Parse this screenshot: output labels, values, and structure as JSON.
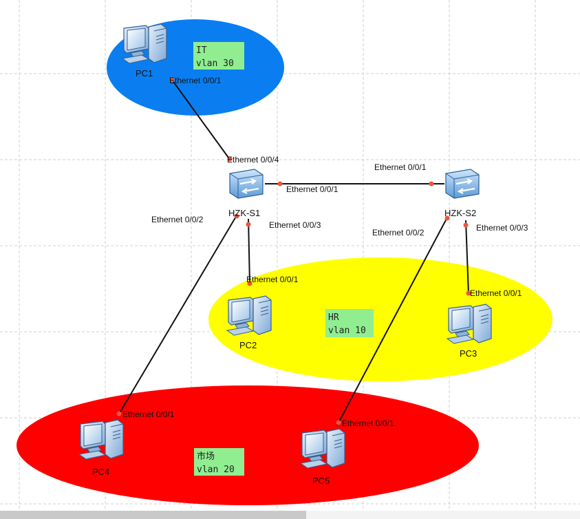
{
  "colors": {
    "it_zone": "#0a7ef0",
    "hr_zone": "#ffff00",
    "market_zone": "#ff0000",
    "vlan_box": "#90ee90"
  },
  "vlan_boxes": {
    "it": {
      "name": "IT",
      "vlan": "vlan 30"
    },
    "hr": {
      "name": "HR",
      "vlan": "vlan 10"
    },
    "market": {
      "name": "市场",
      "vlan": "vlan 20"
    }
  },
  "devices": {
    "pc1": "PC1",
    "pc2": "PC2",
    "pc3": "PC3",
    "pc4": "PC4",
    "pc5": "PC5",
    "s1": "HZK-S1",
    "s2": "HZK-S2"
  },
  "ports": {
    "pc1_e001": "Ethernet 0/0/1",
    "s1_e004": "Ethernet 0/0/4",
    "s1_e001": "Ethernet 0/0/1",
    "s2_e001": "Ethernet 0/0/1",
    "s1_e002": "Ethernet 0/0/2",
    "s1_e003": "Ethernet 0/0/3",
    "s2_e002": "Ethernet 0/0/2",
    "s2_e003": "Ethernet 0/0/3",
    "pc2_e001": "Ethernet 0/0/1",
    "pc3_e001": "Ethernet 0/0/1",
    "pc4_e001": "Ethernet 0/0/1",
    "pc5_e001": "Ethernet 0/0/1"
  }
}
